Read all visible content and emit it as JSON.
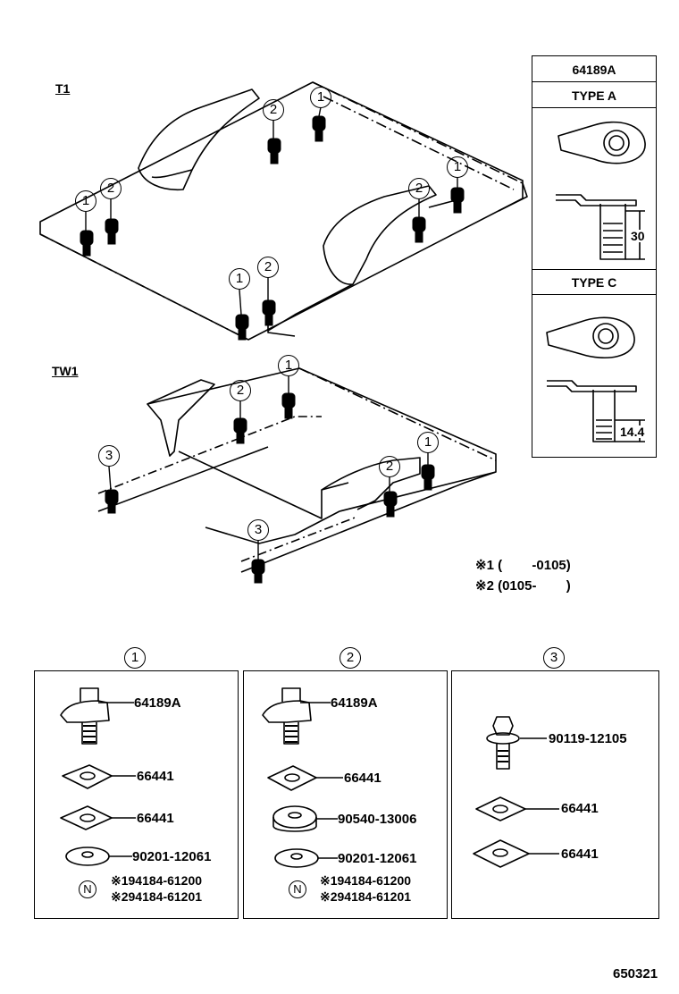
{
  "sections": {
    "t1": "T1",
    "tw1": "TW1"
  },
  "type_table": {
    "header": "64189A",
    "type_a": "TYPE A",
    "type_c": "TYPE C",
    "dim_a": "30",
    "dim_c": "14.4"
  },
  "callouts": {
    "one": "1",
    "two": "2",
    "three": "3"
  },
  "notes": {
    "note1": "※1 (        -0105)",
    "note2": "※2 (0105-        )"
  },
  "kits": {
    "k1": {
      "title": "1",
      "items": [
        "64189A",
        "66441",
        "66441",
        "90201-12061"
      ],
      "nut": "N",
      "nut_parts": [
        "※194184-61200",
        "※294184-61201"
      ]
    },
    "k2": {
      "title": "2",
      "items": [
        "64189A",
        "66441",
        "90540-13006",
        "90201-12061"
      ],
      "nut": "N",
      "nut_parts": [
        "※194184-61200",
        "※294184-61201"
      ]
    },
    "k3": {
      "title": "3",
      "items": [
        "90119-12105",
        "66441",
        "66441"
      ]
    }
  },
  "diagram_number": "650321"
}
